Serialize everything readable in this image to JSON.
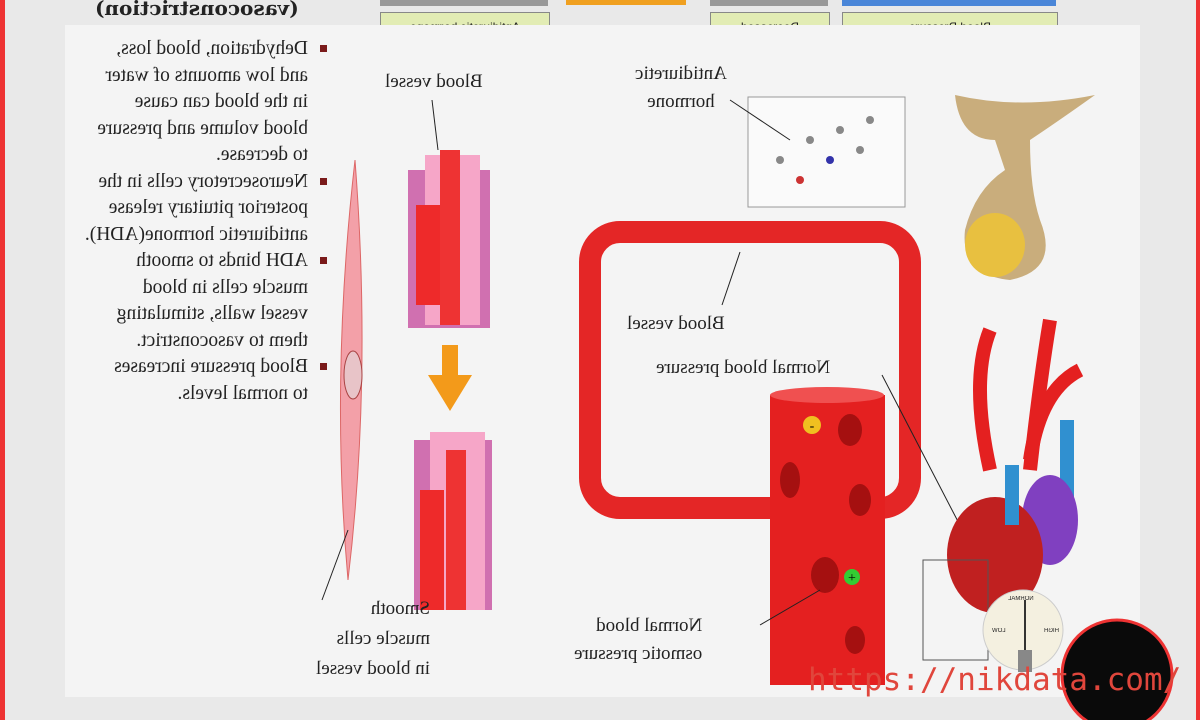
{
  "header": "(vasoconstriction)",
  "flow_boxes": [
    "Antidiuretic hormone",
    "Decreased",
    "Blood Pressure"
  ],
  "bullets": [
    [
      "Dehydration, blood loss,",
      "and low amounts of water",
      "in the blood can cause",
      "blood volume and pressure",
      "to decrease."
    ],
    [
      "Neurosecretory cells in the",
      "posterior pituitary release",
      "antidiuretic hormone(ADH)."
    ],
    [
      "ADH binds to smooth",
      "muscle cells in blood",
      "vessel walls, stimulating",
      "them to vasoconstrict."
    ],
    [
      "Blood pressure increases",
      "to normal levels."
    ]
  ],
  "labels": {
    "blood_vessel_top": "Blood vessel",
    "adh": [
      "Antidiuretic",
      "hormone"
    ],
    "blood_vessel_loop": "Blood vessel",
    "normal_bp": "Normal blood pressure",
    "osmotic": [
      "Normal blood",
      "osmotic pressure"
    ],
    "smooth": [
      "Smooth",
      "muscle cells",
      "in blood vessel"
    ],
    "gauge": [
      "NORMAL",
      "HIGH",
      "LOW"
    ]
  },
  "watermark": "https://nikdata.com/"
}
